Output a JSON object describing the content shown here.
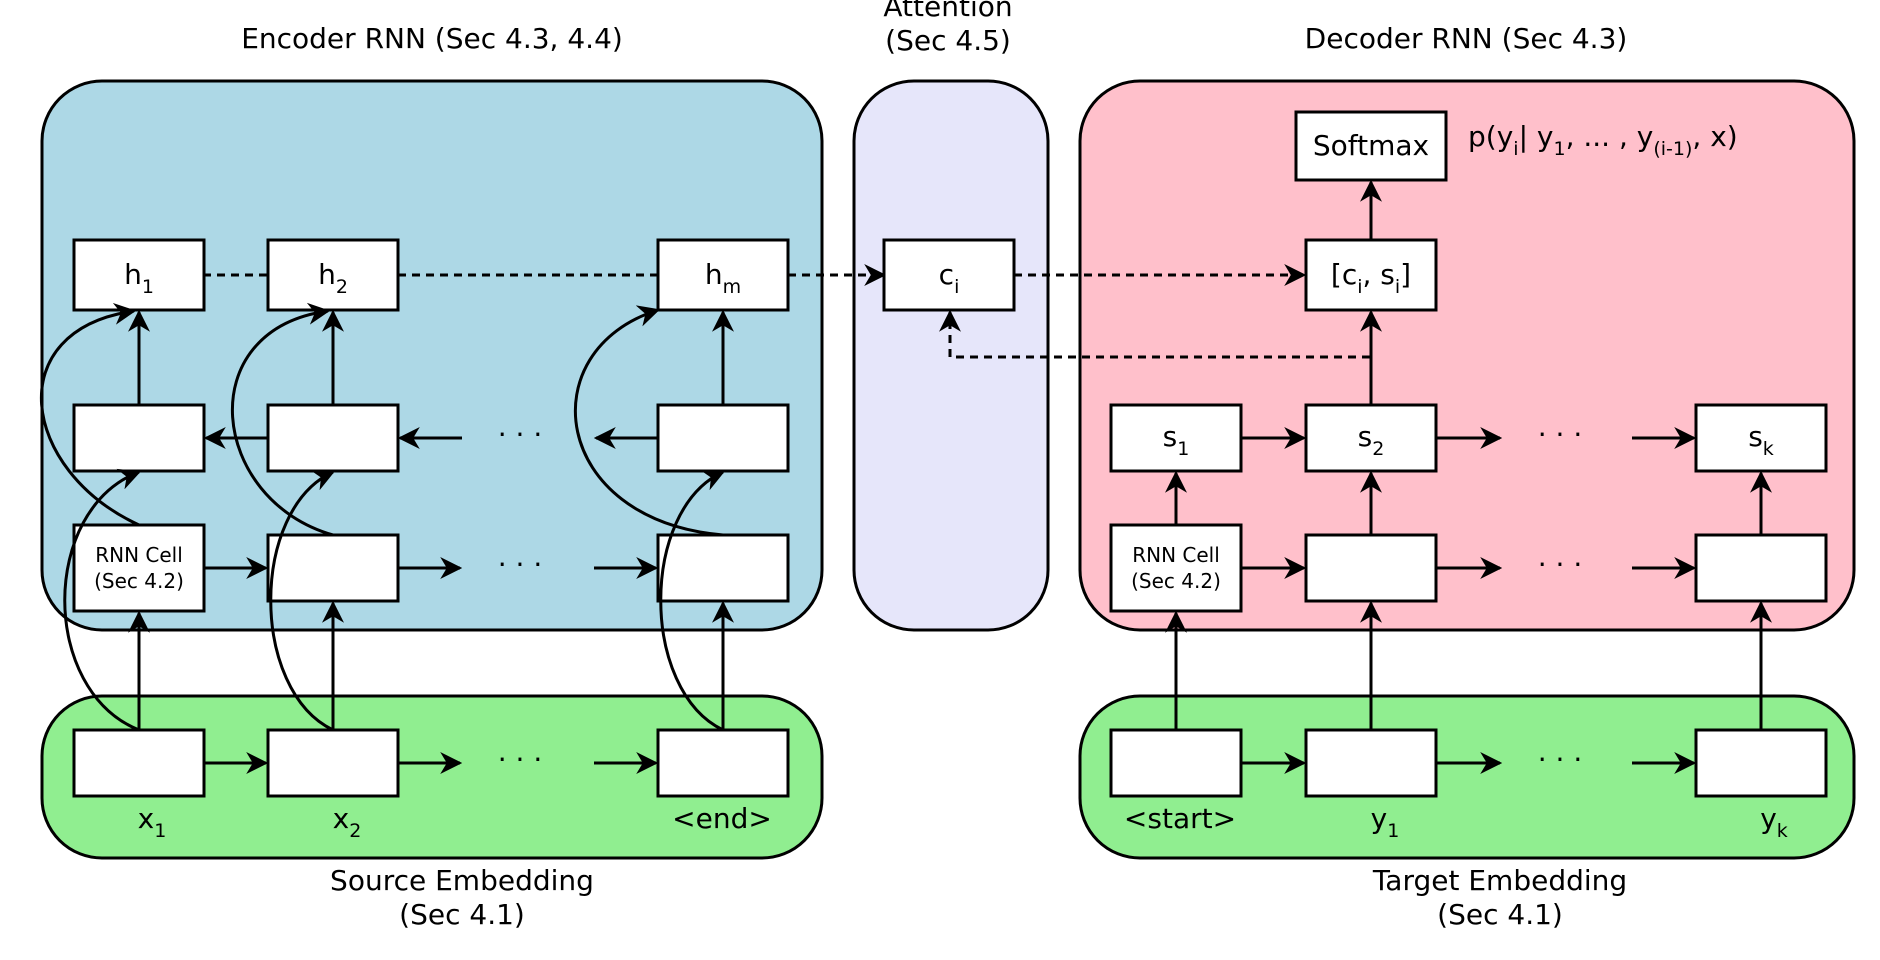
{
  "colors": {
    "encoder_region": "#add8e6",
    "attention_region": "#e6e6fa",
    "decoder_region": "#ffc0cb",
    "embedding_region": "#90ee90"
  },
  "labels": {
    "encoder_title": "Encoder RNN (Sec 4.3, 4.4)",
    "attention_title_line1": "Attention",
    "attention_title_line2": "(Sec 4.5)",
    "decoder_title": "Decoder RNN (Sec 4.3)",
    "source_embedding_line1": "Source Embedding",
    "source_embedding_line2": "(Sec 4.1)",
    "target_embedding_line1": "Target Embedding",
    "target_embedding_line2": "(Sec 4.1)"
  },
  "nodes": {
    "h1": {
      "base": "h",
      "sub": "1"
    },
    "h2": {
      "base": "h",
      "sub": "2"
    },
    "hm": {
      "base": "h",
      "sub": "m"
    },
    "ci": {
      "base": "c",
      "sub": "i"
    },
    "concat": {
      "p1": "[c",
      "s1": "i",
      "p2": ", s",
      "s2": "i",
      "p3": "]"
    },
    "softmax": "Softmax",
    "prob": {
      "p1": "p(y",
      "s1": "i",
      "p2": "| y",
      "s2": "1",
      "p3": ", ... , y",
      "s3": "(i-1)",
      "p4": ", x)"
    },
    "rnn_cell_line1": "RNN Cell",
    "rnn_cell_line2": "(Sec 4.2)",
    "s1": {
      "base": "s",
      "sub": "1"
    },
    "s2": {
      "base": "s",
      "sub": "2"
    },
    "sk": {
      "base": "s",
      "sub": "k"
    },
    "ellipsis": "· · ·"
  },
  "inputs": {
    "x1": {
      "base": "x",
      "sub": "1"
    },
    "x2": {
      "base": "x",
      "sub": "2"
    },
    "end": "<end>",
    "start": "<start>",
    "y1": {
      "base": "y",
      "sub": "1"
    },
    "yk": {
      "base": "y",
      "sub": "k"
    }
  }
}
